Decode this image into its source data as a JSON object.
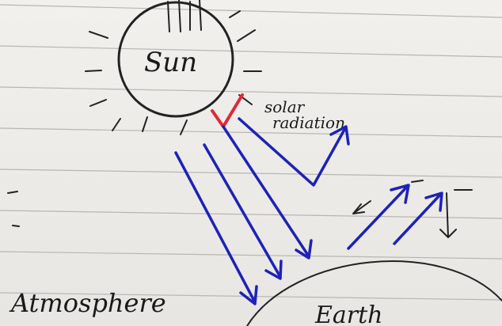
{
  "diagram": {
    "sun_label": "Sun",
    "solar_label_line1": "solar",
    "solar_label_line2": "radiation",
    "atmosphere_label": "Atmosphere",
    "earth_label": "Earth"
  },
  "colors": {
    "paper": "#ecebe7",
    "pencil": "#222222",
    "arrow_ink": "#1d22b8",
    "check_mark": "#e0283a",
    "rule_lines": "#b9b6b2"
  }
}
